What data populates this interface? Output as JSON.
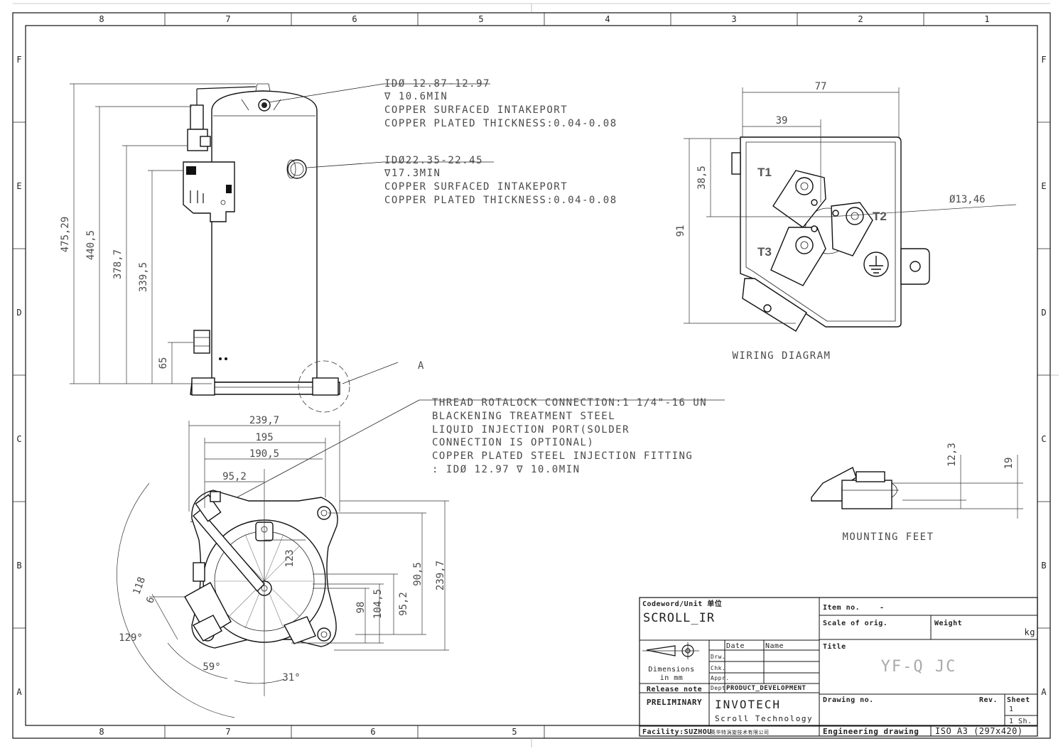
{
  "frame": {
    "top_zones": [
      "8",
      "7",
      "6",
      "5",
      "4",
      "3",
      "2",
      "1"
    ],
    "bottom_zones": [
      "8",
      "7",
      "6",
      "5"
    ],
    "side_zones": [
      "F",
      "E",
      "D",
      "C",
      "B",
      "A"
    ]
  },
  "notes": {
    "intake_small": [
      "IDØ 12.87-12.97",
      "∇ 10.6MIN",
      "COPPER SURFACED INTAKEPORT",
      "COPPER PLATED THICKNESS:0.04-0.08"
    ],
    "intake_large": [
      "IDØ22.35-22.45",
      "∇17.3MIN",
      "COPPER SURFACED INTAKEPORT",
      "COPPER PLATED THICKNESS:0.04-0.08"
    ],
    "thread": [
      "THREAD ROTALOCK CONNECTION:1 1/4\"-16 UN",
      "BLACKENING TREATMENT STEEL",
      "LIQUID INJECTION PORT(SOLDER",
      "CONNECTION IS OPTIONAL)",
      "COPPER PLATED STEEL INJECTION FITTING",
      ": IDØ 12.97 ∇ 10.0MIN"
    ],
    "detail_ref": "A"
  },
  "dims_side": {
    "h1": "475,29",
    "h2": "440,5",
    "h3": "378,7",
    "h4": "339,5",
    "h5": "65"
  },
  "dims_top": {
    "w1": "239,7",
    "w2": "195",
    "w3": "190,5",
    "w4": "95,2",
    "r1": "239,7",
    "r2": "90,5",
    "r3": "95,2",
    "r4": "104,5",
    "r5": "98",
    "c1": "123",
    "d1": "118",
    "d2": "6",
    "a1": "129°",
    "a2": "59°",
    "a3": "31°"
  },
  "wiring": {
    "w1": "77",
    "w2": "39",
    "h1": "38,5",
    "h2": "91",
    "dia": "Ø13,46",
    "t1": "T1",
    "t2": "T2",
    "t3": "T3",
    "caption": "WIRING DIAGRAM"
  },
  "feet": {
    "h1": "12,3",
    "h2": "19",
    "caption": "MOUNTING FEET"
  },
  "titleblock": {
    "codeword_label": "Codeword/Unit 单位",
    "codeword": "SCROLL_IR",
    "date_label": "Date",
    "name_label": "Name",
    "drw": "Drw.",
    "chk": "Chk.",
    "appr": "Appr.",
    "dept": "Dept",
    "dept_value": "PRODUCT_DEVELOPMENT",
    "dimensions_label": "Dimensions",
    "in_mm": "in mm",
    "release_label": "Release note",
    "release_value": "PRELIMINARY",
    "company": "INVOTECH",
    "company_sub": "Scroll Technology",
    "facility": "Facility:SUZHOU",
    "facility_cn": "英华特涡旋技术有限公司",
    "item_label": "Item no.",
    "item_value": "-",
    "scale_label": "Scale of orig.",
    "weight_label": "Weight",
    "weight_unit": "kg",
    "title_label": "Title",
    "title_value": "YF-Q JC",
    "drawing_label": "Drawing no.",
    "rev_label": "Rev.",
    "sheet_label": "Sheet",
    "sheet_value": "1",
    "sheets_value": "1 Sh.",
    "eng_label": "Engineering drawing",
    "format": "ISO A3 (297x420)"
  }
}
